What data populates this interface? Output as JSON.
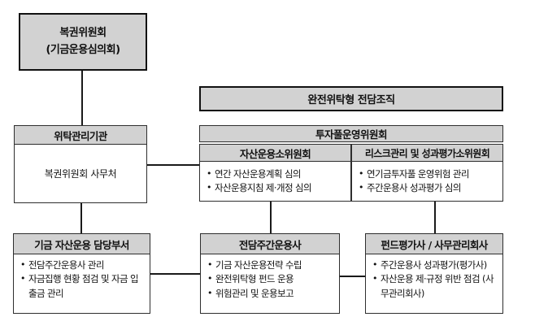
{
  "colors": {
    "box_fill": "#d2d2d2"
  },
  "top_box": {
    "line1": "복권위원회",
    "line2": "(기금운용심의회)"
  },
  "org_banner": {
    "label": "완전위탁형 전담조직"
  },
  "trustee": {
    "header": "위탁관리기관",
    "body": "복권위원회 사무처"
  },
  "pool": {
    "header": "투자풀운영위원회",
    "subs": [
      {
        "title": "자산운용소위원회",
        "bullets": [
          "연간 자산운용계획 심의",
          "자산운용지침 제·개정 심의"
        ]
      },
      {
        "title": "리스크관리 및 성과평가소위원회",
        "bullets": [
          "연기금투자풀 운영위험 관리",
          "주간운용사 성과평가 심의"
        ]
      }
    ]
  },
  "bottom": [
    {
      "title": "기금 자산운용 담당부서",
      "bullets": [
        "전담주간운용사 관리",
        "자금집행 현황 점검 및 자금 입출금 관리"
      ]
    },
    {
      "title": "전담주간운용사",
      "bullets": [
        "기금 자산운용전략 수립",
        "완전위탁형 펀드 운용",
        "위험관리 및 운용보고"
      ]
    },
    {
      "title": "펀드평가사 / 사무관리회사",
      "bullets": [
        "주간운용사 성과평가(평가사)",
        "자산운용 제·규정 위반 점검 (사무관리회사)"
      ]
    }
  ]
}
